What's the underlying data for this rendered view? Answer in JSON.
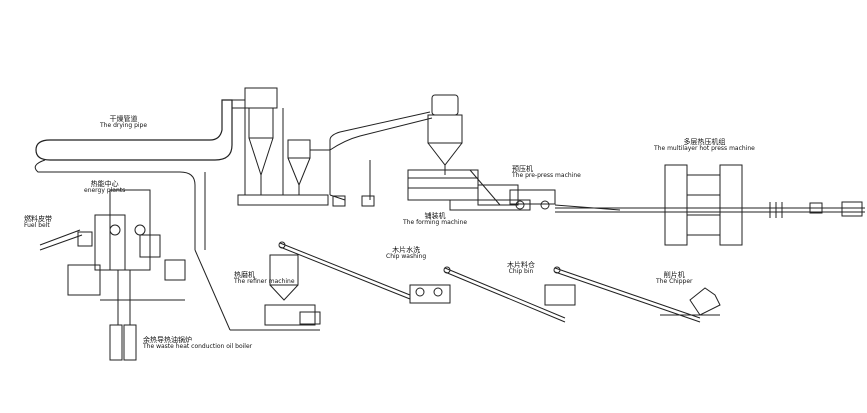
{
  "labels": {
    "drying_pipe": {
      "cn": "干燥管道",
      "en": "The drying pipe"
    },
    "energy_plants": {
      "cn": "热能中心",
      "en": "energy plants"
    },
    "fuel_belt": {
      "cn": "燃料皮带",
      "en": "Fuel belt"
    },
    "forming_machine": {
      "cn": "铺装机",
      "en": "The forming machine"
    },
    "pre_press": {
      "cn": "预压机",
      "en": "The pre-press machine"
    },
    "hot_press": {
      "cn": "多层热压机组",
      "en": "The multilayer hot press machine"
    },
    "refiner": {
      "cn": "热磨机",
      "en": "The refiner machine"
    },
    "chip_washing": {
      "cn": "木片水洗",
      "en": "Chip washing"
    },
    "chip_bin": {
      "cn": "木片料仓",
      "en": "Chip bin"
    },
    "chipper": {
      "cn": "削片机",
      "en": "The Chipper"
    },
    "oil_boiler": {
      "cn": "余热导热油锅炉",
      "en": "The waste heat conduction oil boiler"
    }
  },
  "colors": {
    "line": "#222222",
    "background": "#ffffff"
  }
}
